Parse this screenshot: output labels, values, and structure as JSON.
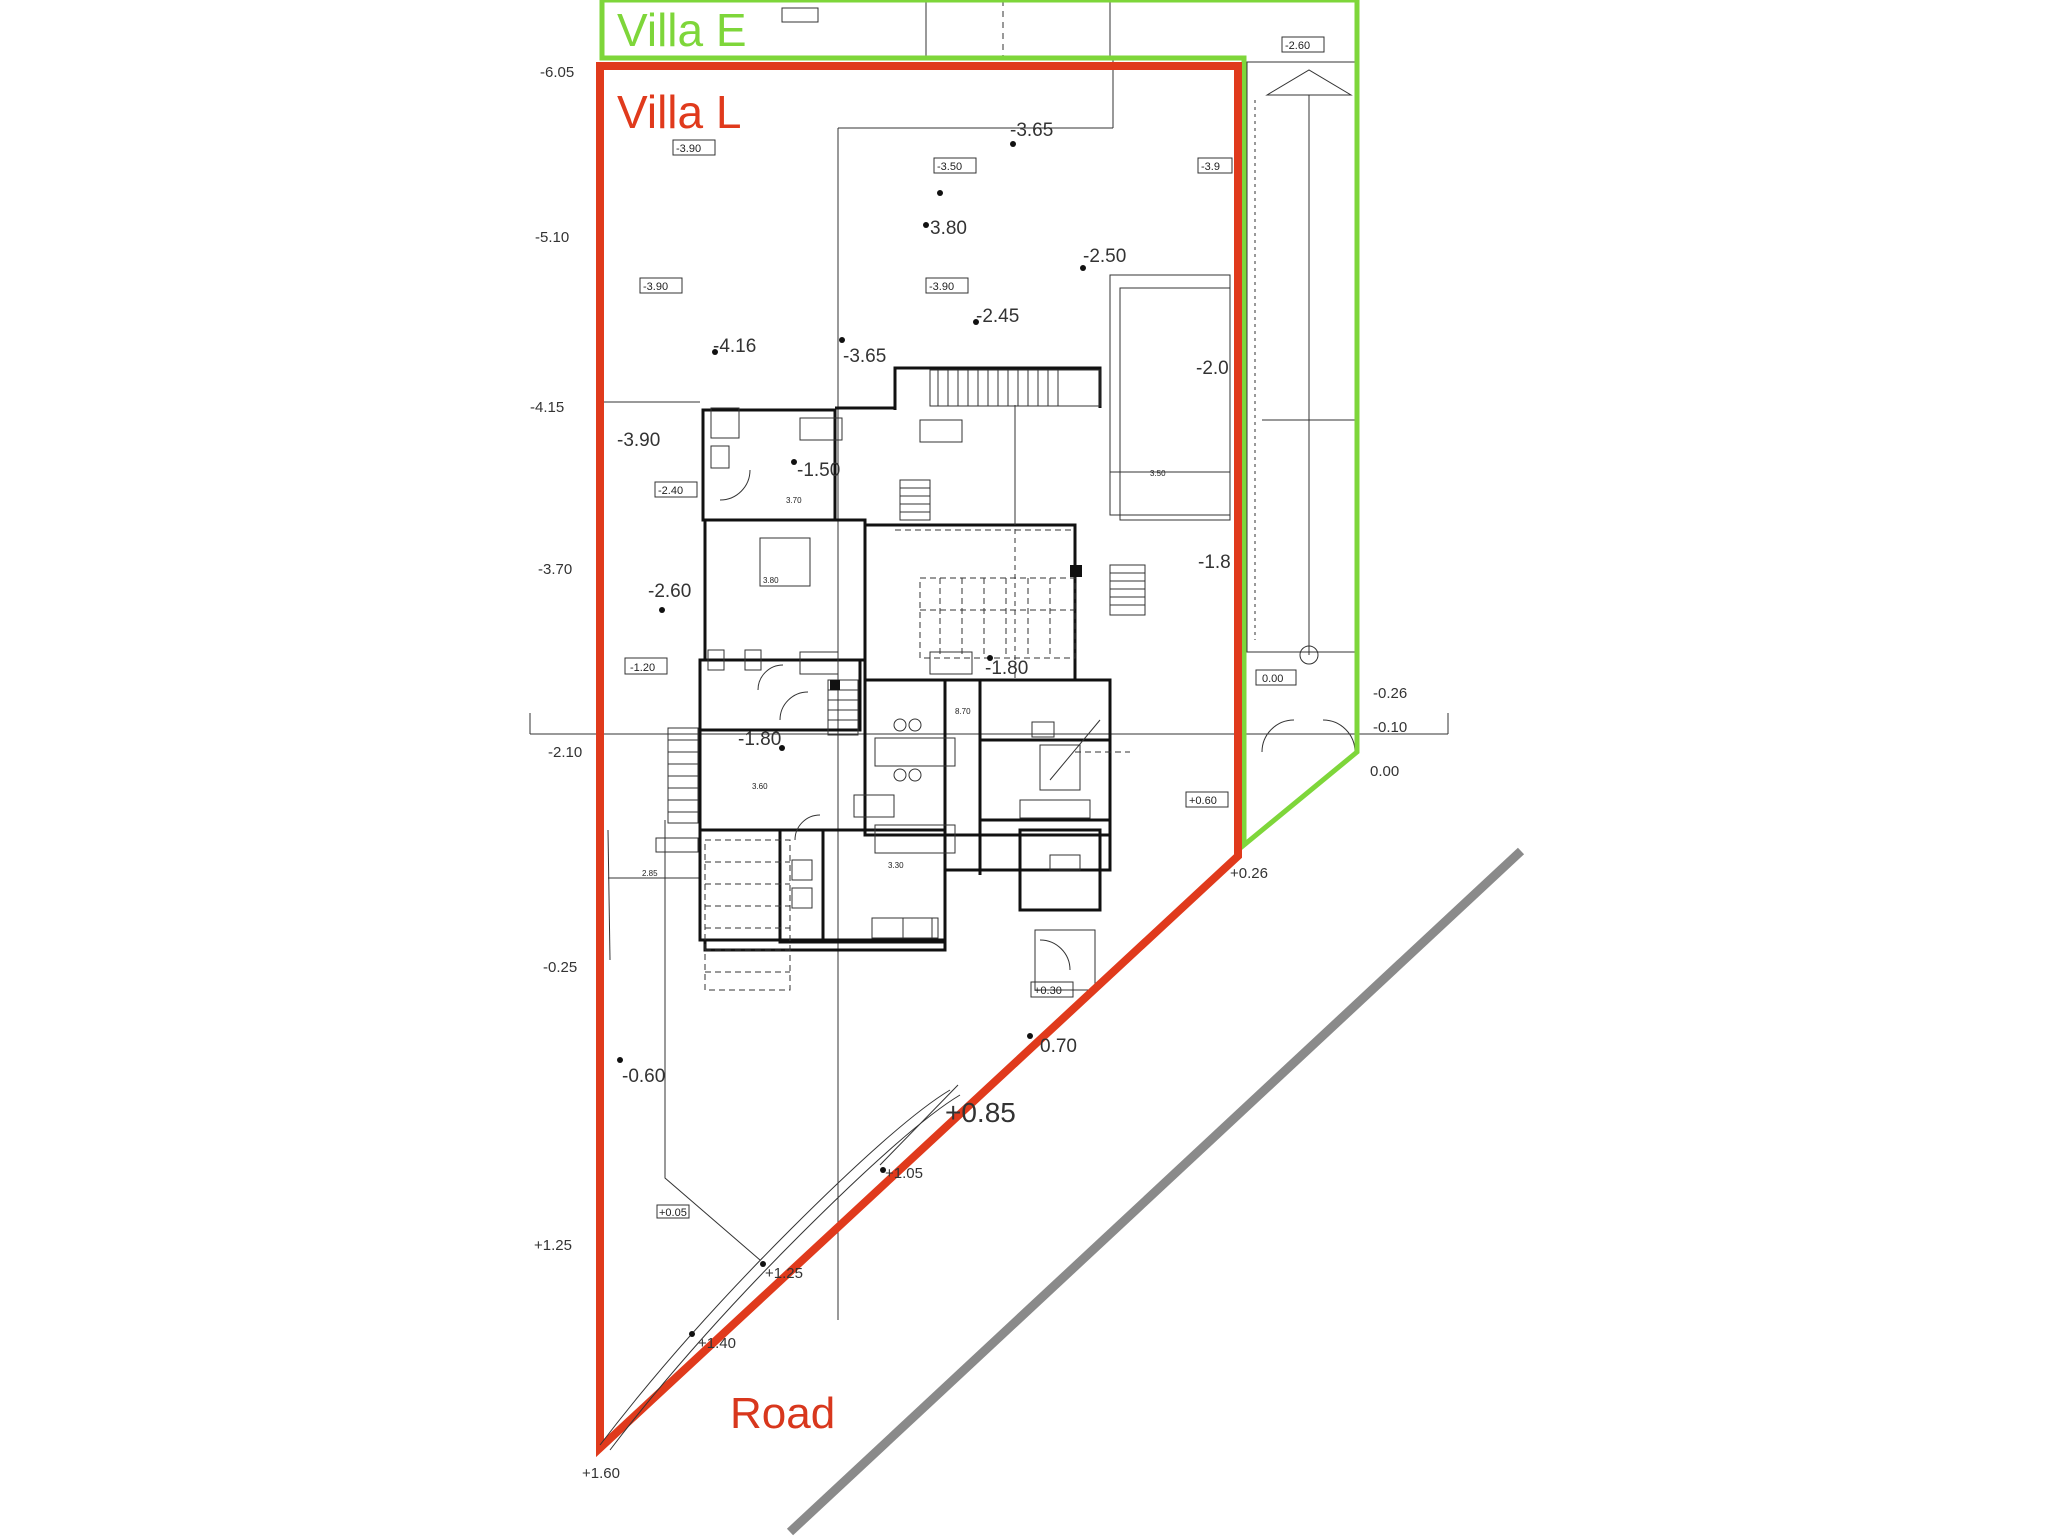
{
  "labels": {
    "villa_l": "Villa L",
    "villa_e": "Villa E",
    "road": "Road"
  },
  "colors": {
    "villa_l_boundary": "#e03a1c",
    "villa_e_boundary": "#7ed63a",
    "road": "#8a8a8a",
    "linework": "#222222"
  },
  "left_levels": [
    "-6.05",
    "-5.10",
    "-4.15",
    "-3.70",
    "-2.10",
    "-0.25",
    "+1.25",
    "+1.60"
  ],
  "spot_levels": {
    "l365a": "-3.65",
    "l380": "3.80",
    "l250": "-2.50",
    "l245": "-2.45",
    "l416": "-4.16",
    "l365b": "-3.65",
    "l20": "-2.0",
    "l390": "-3.90",
    "l150": "-1.50",
    "l260": "-2.60",
    "l18": "-1.8",
    "l180a": "-1.80",
    "l180b": "-1.80",
    "l026a": "-0.26",
    "l010": "-0.10",
    "l000": "0.00",
    "l026b": "+0.26",
    "l060": "-0.60",
    "l070": "0.70",
    "l085": "+0.85",
    "l105": "+1.05",
    "l125": "+1.25",
    "l140": "+1.40"
  },
  "tags": {
    "t390a": "-3.90",
    "t350": "-3.50",
    "t39": "-3.9",
    "t390b": "-3.90",
    "t390c": "-3.90",
    "t240": "-2.40",
    "t120": "-1.20",
    "t060": "+0.60",
    "t000": "0.00",
    "t260": "-2.60",
    "t030": "+0.30",
    "t005": "+0.05"
  },
  "dims": {
    "d370": "3.70",
    "d380": "3.80",
    "d360": "3.60",
    "d870": "8.70",
    "d330": "3.30",
    "d350": "3.50",
    "d285": "2.85"
  }
}
